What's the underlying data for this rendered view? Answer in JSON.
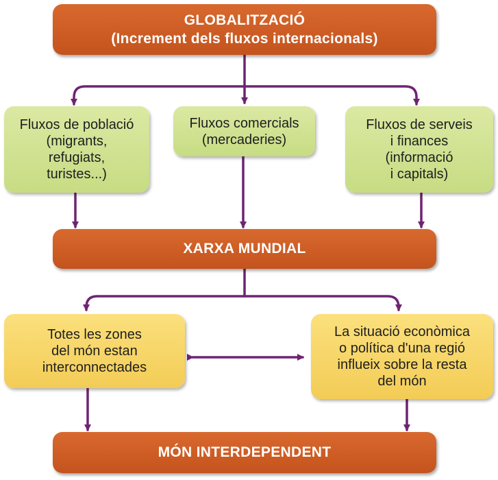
{
  "globalization": {
    "title": "GLOBALITZACIÓ",
    "subtitle": "(Increment dels fluxos internacionals)"
  },
  "flows": [
    {
      "lines": [
        "Fluxos de població",
        "(migrants,",
        "refugiats,",
        "turistes...)"
      ]
    },
    {
      "lines": [
        "Fluxos comercials",
        "(mercaderies)"
      ]
    },
    {
      "lines": [
        "Fluxos de serveis",
        "i finances",
        "(informació",
        "i capitals)"
      ]
    }
  ],
  "network": {
    "title": "XARXA MUNDIAL"
  },
  "effects": [
    {
      "lines": [
        "Totes les zones",
        "del món estan",
        "interconnectades"
      ]
    },
    {
      "lines": [
        "La situació econòmica",
        "o política d'una regió",
        "influeix sobre la resta",
        "del món"
      ]
    }
  ],
  "result": {
    "title": "MÓN INTERDEPENDENT"
  },
  "colors": {
    "header": "#c9581f",
    "flow_box": "#cfe28f",
    "effect_box": "#f6d466",
    "arrow": "#6e2472"
  }
}
